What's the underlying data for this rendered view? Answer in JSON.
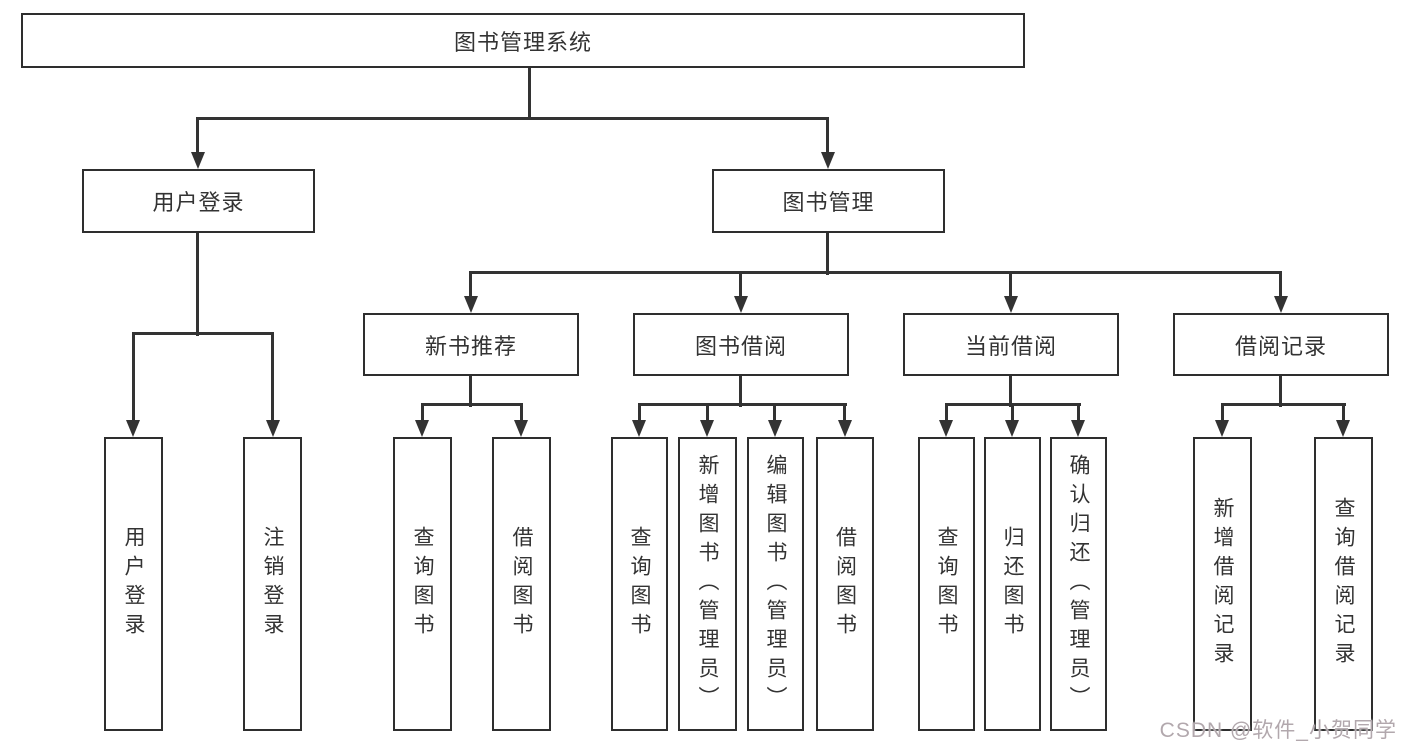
{
  "diagram": {
    "type": "hierarchy-tree",
    "boxes": {
      "root": "图书管理系统",
      "user_login": "用户登录",
      "book_mgmt": "图书管理",
      "new_book_rec": "新书推荐",
      "book_borrow": "图书借阅",
      "current_borrow": "当前借阅",
      "borrow_records": "借阅记录",
      "user_login_leaf": "用户登录",
      "logout_leaf": "注销登录",
      "nb_query": "查询图书",
      "nb_borrow": "借阅图书",
      "bb_query": "查询图书",
      "bb_add": "新增图书（管理员）",
      "bb_edit": "编辑图书（管理员）",
      "bb_borrow": "借阅图书",
      "cb_query": "查询图书",
      "cb_return": "归还图书",
      "cb_confirm": "确认归还（管理员）",
      "br_add": "新增借阅记录",
      "br_query": "查询借阅记录"
    },
    "hierarchy": {
      "图书管理系统": {
        "用户登录": [
          "用户登录",
          "注销登录"
        ],
        "图书管理": {
          "新书推荐": [
            "查询图书",
            "借阅图书"
          ],
          "图书借阅": [
            "查询图书",
            "新增图书（管理员）",
            "编辑图书（管理员）",
            "借阅图书"
          ],
          "当前借阅": [
            "查询图书",
            "归还图书",
            "确认归还（管理员）"
          ],
          "借阅记录": [
            "新增借阅记录",
            "查询借阅记录"
          ]
        }
      }
    },
    "colors": {
      "background": "#ffffff",
      "line": "#333333",
      "border": "#2e2e2e",
      "text": "#333333",
      "watermark": "#b2a8ad"
    }
  },
  "watermark": {
    "text": "CSDN @软件_小贺同学"
  }
}
